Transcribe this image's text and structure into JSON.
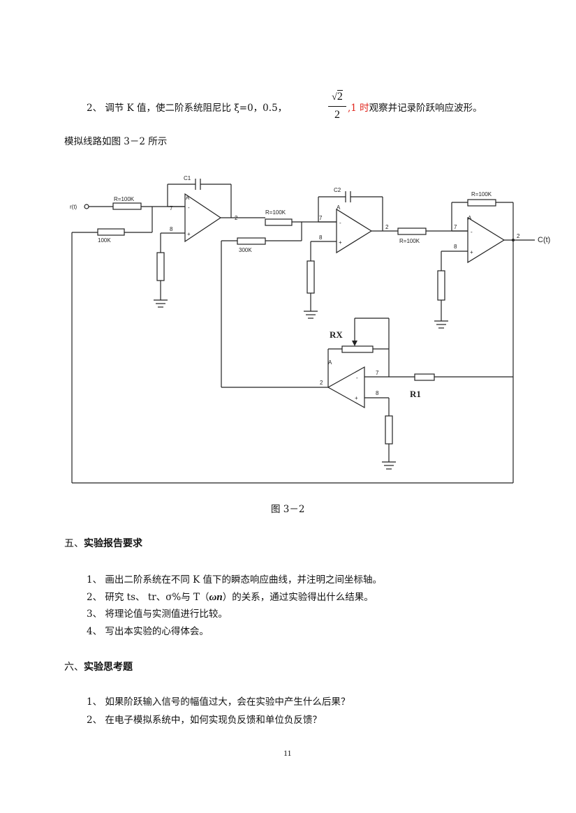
{
  "item2": {
    "num": "2、",
    "text_a": "调节 K 值，使二阶系统阻尼比 ξ=0，0.5，",
    "frac_num": "2",
    "frac_den": "2",
    "text_red": ",1 时",
    "text_b": "观察并记录阶跃响应波形。"
  },
  "intro": "模拟线路如图 3－2 所示",
  "circuit": {
    "input": "r(t)",
    "output": "C(t)",
    "labels": {
      "c1": "C1",
      "c2": "C2",
      "a": "A",
      "minus": "-",
      "plus": "+",
      "r100k_a": "R=100K",
      "r100k_b": "100K",
      "r100k_c": "R=100K",
      "r300k": "300K",
      "r100k_d": "R=100K",
      "r100k_e": "R=100K",
      "rx": "RX",
      "r1": "R1",
      "pin7": "7",
      "pin8": "8",
      "pin2": "2"
    }
  },
  "figure_caption": "图 3－2",
  "section5": {
    "prefix": "五、",
    "title": "实验报告要求",
    "items": [
      "1、 画出二阶系统在不同 K 值下的瞬态响应曲线，并注明之间坐标轴。",
      "3、 将理论值与实测值进行比较。",
      "4、 写出本实验的心得体会。"
    ],
    "item2_a": "2、 研究 ts、 tr、σ%与 T（",
    "item2_omega": "ωn",
    "item2_b": "）的关系，通过实验得出什么结果。"
  },
  "section6": {
    "prefix": "六、",
    "title": "实验思考题",
    "items": [
      "1、 如果阶跃输入信号的幅值过大，会在实验中产生什么后果？",
      "2、 在电子模拟系统中，如何实现负反馈和单位负反馈？"
    ]
  },
  "page_number": "11"
}
